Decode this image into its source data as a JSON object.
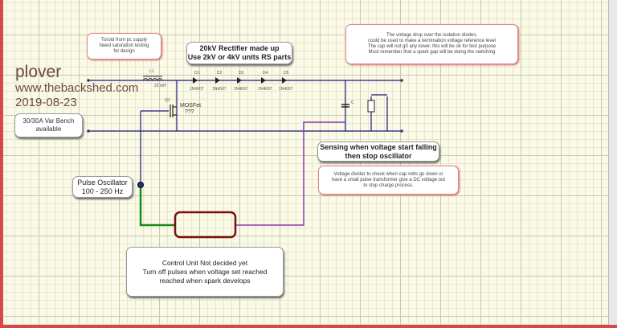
{
  "watermark": {
    "name": "plover",
    "site": "www.thebackshed.com",
    "date": "2019-08-23"
  },
  "notes": {
    "toroid": [
      "Toroid from pc supply",
      "Need saturation testing",
      "for design"
    ],
    "rectifier": [
      "20kV Rectifier made up",
      "Use 2kV or 4kV units RS parts"
    ],
    "voltage_drop": [
      "The voltage drop over the isolation diodes,",
      "could be used to make a termination voltage reference level",
      "The cap will not g0 any lower, this will be ok for test purpose",
      "Must remember that a spark gap will be doing the switching"
    ],
    "bench": [
      "30/30A Var Bench",
      "available"
    ],
    "sensing": [
      "Sensing when voltage start falling",
      "then stop oscillator"
    ],
    "divider": [
      "Voltage divider to check when cap volts go down or",
      "have a small pulse transformer give a DC voltage out",
      "to stop charge process."
    ],
    "oscillator": [
      "Pulse Oscillator",
      "100 - 250 Hz"
    ],
    "control": [
      "Control Unit Not decided yet",
      "Turn off pulses when voltage set reached",
      "reached when spark develops"
    ]
  },
  "components": {
    "inductor": {
      "ref": "L1",
      "value": "22 mH"
    },
    "mosfet": {
      "ref": "Q1",
      "label": "MOSFet",
      "value": "???"
    },
    "diodes": [
      {
        "ref": "D1",
        "value": "1N4007"
      },
      {
        "ref": "D2",
        "value": "1N4007"
      },
      {
        "ref": "D3",
        "value": "1N4007"
      },
      {
        "ref": "D4",
        "value": "1N4007"
      },
      {
        "ref": "D5",
        "value": "1N4007"
      }
    ],
    "capacitor": {
      "ref": "C"
    }
  },
  "colors": {
    "wire": "#1a1a7a",
    "green": "#1a8a1a",
    "purple": "#8a3ab0",
    "control_border": "#7a1010"
  }
}
